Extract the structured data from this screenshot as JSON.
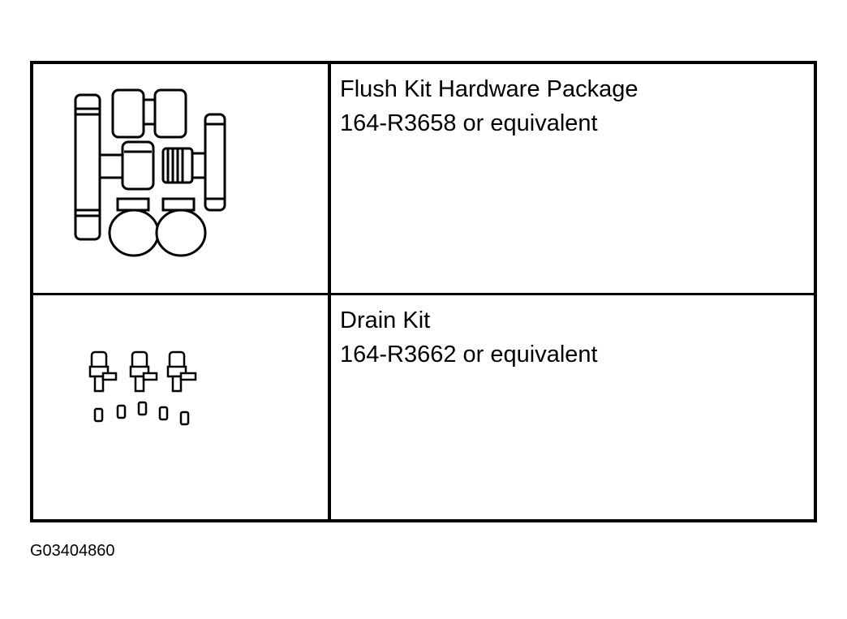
{
  "rows": [
    {
      "name": "Flush Kit Hardware Package",
      "part": "164-R3658 or equivalent",
      "illustration": "flush-kit-hardware-icon"
    },
    {
      "name": "Drain Kit",
      "part": "164-R3662 or equivalent",
      "illustration": "drain-kit-icon"
    }
  ],
  "figure_id": "G03404860"
}
